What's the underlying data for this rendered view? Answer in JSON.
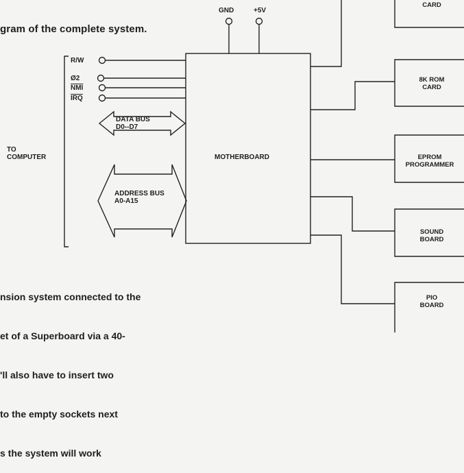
{
  "caption": "gram of the complete system.",
  "power": {
    "gnd": "GND",
    "v5": "+5V"
  },
  "computer_label": {
    "line1": "TO",
    "line2": "COMPUTER"
  },
  "signals": [
    "R/W",
    "Ø2",
    "NMI",
    "IRQ"
  ],
  "data_bus": {
    "line1": "DATA BUS",
    "line2": "D0--D7"
  },
  "address_bus": {
    "line1": "ADDRESS BUS",
    "line2": "A0-A15"
  },
  "motherboard": "MOTHERBOARD",
  "cards": [
    {
      "line1": "CARD",
      "line2": ""
    },
    {
      "line1": "8K ROM",
      "line2": "CARD"
    },
    {
      "line1": "EPROM",
      "line2": "PROGRAMMER"
    },
    {
      "line1": "SOUND",
      "line2": "BOARD"
    },
    {
      "line1": "PIO",
      "line2": "BOARD"
    }
  ],
  "body_text": [
    "nsion system connected to the",
    "et of a Superboard via a 40-",
    "'ll also have to insert two",
    "to the empty sockets next",
    "s the system will work"
  ]
}
